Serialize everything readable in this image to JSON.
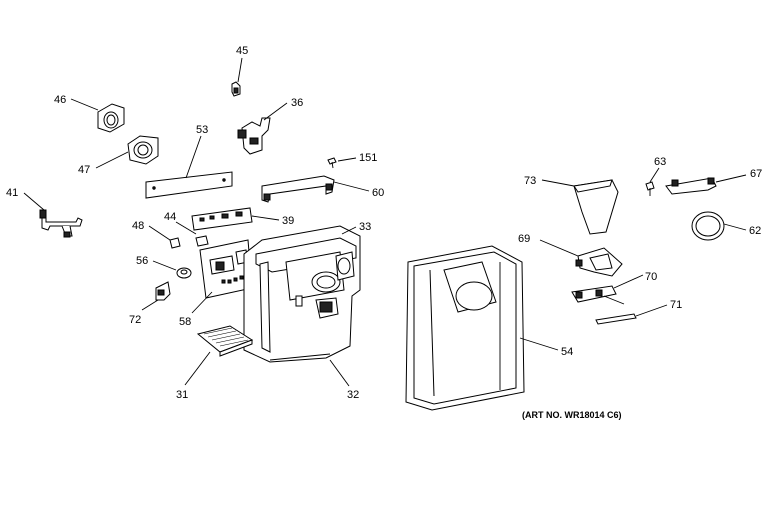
{
  "diagram": {
    "art_number": "(ART NO. WR18014 C6)",
    "callouts": [
      {
        "id": "41",
        "label": "41"
      },
      {
        "id": "45",
        "label": "45"
      },
      {
        "id": "46",
        "label": "46"
      },
      {
        "id": "36",
        "label": "36"
      },
      {
        "id": "53",
        "label": "53"
      },
      {
        "id": "47",
        "label": "47"
      },
      {
        "id": "151",
        "label": "151"
      },
      {
        "id": "60",
        "label": "60"
      },
      {
        "id": "44",
        "label": "44"
      },
      {
        "id": "39",
        "label": "39"
      },
      {
        "id": "48",
        "label": "48"
      },
      {
        "id": "33",
        "label": "33"
      },
      {
        "id": "56",
        "label": "56"
      },
      {
        "id": "72",
        "label": "72"
      },
      {
        "id": "58",
        "label": "58"
      },
      {
        "id": "31",
        "label": "31"
      },
      {
        "id": "32",
        "label": "32"
      },
      {
        "id": "73",
        "label": "73"
      },
      {
        "id": "63",
        "label": "63"
      },
      {
        "id": "67",
        "label": "67"
      },
      {
        "id": "62",
        "label": "62"
      },
      {
        "id": "69",
        "label": "69"
      },
      {
        "id": "70",
        "label": "70"
      },
      {
        "id": "71",
        "label": "71"
      },
      {
        "id": "54",
        "label": "54"
      }
    ]
  }
}
